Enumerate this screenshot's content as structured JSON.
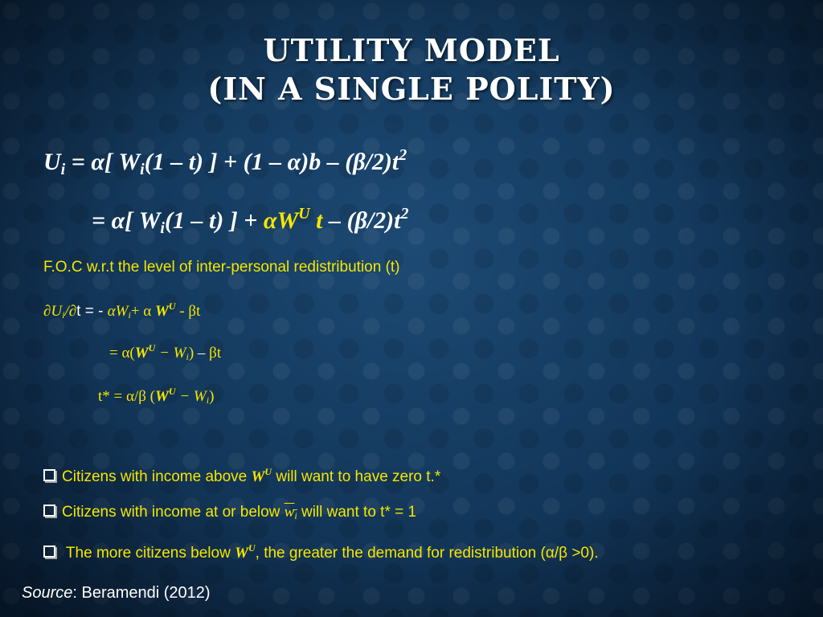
{
  "title": {
    "line1": "UTILITY MODEL",
    "line2": "(IN A SINGLE POLITY)"
  },
  "equation1": {
    "u": "U",
    "u_sub": "i",
    "eq": " = ",
    "alpha1": "α",
    "bracket_open": "[ ",
    "w": "W",
    "w_sub": "i",
    "one_minus_t": "(1 – t) ] + (1 – ",
    "alpha2": "α",
    "b_part": ")b – (",
    "beta_half": "β/2)",
    "t": "t",
    "t_sup": "2"
  },
  "equation2": {
    "eq": "= ",
    "alpha1": "α",
    "bracket_open": "[ ",
    "w": "W",
    "w_sub": "i",
    "one_minus_t": "(1 – t) ] + ",
    "alpha_wu": "αW",
    "wu_sup": "U",
    "t_yellow": " t",
    "minus": " – (",
    "beta_half": "β/2)",
    "t": "t",
    "t_sup": "2"
  },
  "foc": {
    "text": "F.O.C w.r.t  the level of inter-personal redistribution (t)"
  },
  "derivative": {
    "partial_u": "∂U",
    "u_sub": "i",
    "slash_partial": "/∂",
    "t": "t",
    "eq_minus": " = - ",
    "alpha_w": "αW",
    "w_sub": "i",
    "plus_alpha": "+ α ",
    "wu": "W",
    "wu_sup": "U",
    "minus_beta": "  - βt"
  },
  "step2": {
    "eq": "=  α(",
    "wu": "W",
    "wu_sup": "U",
    "minus": "  − W",
    "w_sub": "i",
    "close": ") ",
    "dash": "–",
    "beta_t": " βt"
  },
  "step3": {
    "tstar": "t*  = α/β (",
    "wu": "W",
    "wu_sup": "U",
    "minus": "  − W",
    "w_sub": "i",
    "close": ")"
  },
  "bullets": [
    {
      "pre": "Citizens  with income above ",
      "w": "W",
      "sup": "U",
      "post": " will want to have zero t.*"
    },
    {
      "pre": "Citizens  with income at or below ",
      "w": "w",
      "sub": "i",
      "post": " will want to t* = 1"
    },
    {
      "pre": " The more citizens below ",
      "w": "W",
      "sup": "U",
      "post": ", the greater the demand for redistribution (α/β >0)."
    }
  ],
  "source": {
    "label": "Source",
    "text": ": Beramendi (2012)"
  },
  "colors": {
    "accent_yellow": "#f5e600",
    "background": "#143a5e",
    "text": "#ffffff"
  }
}
